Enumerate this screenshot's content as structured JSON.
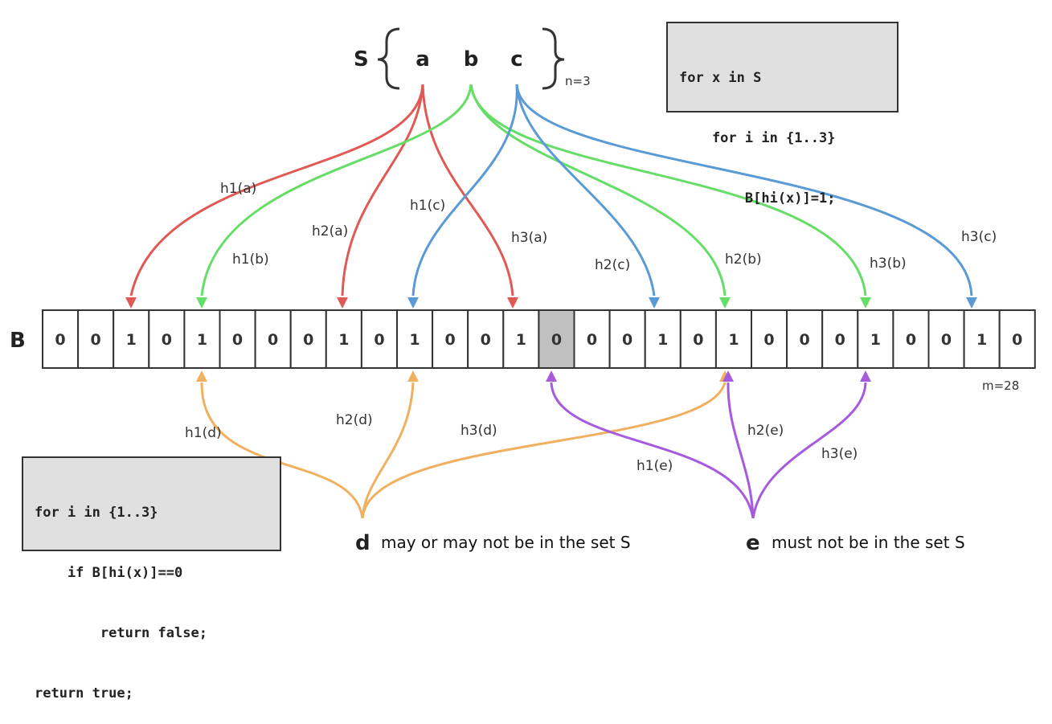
{
  "set": {
    "name": "S",
    "elements": [
      "a",
      "b",
      "c"
    ],
    "size_label": "n=3"
  },
  "array": {
    "name": "B",
    "bits": [
      "0",
      "0",
      "1",
      "0",
      "1",
      "0",
      "0",
      "0",
      "1",
      "0",
      "1",
      "0",
      "0",
      "1",
      "0",
      "0",
      "0",
      "1",
      "0",
      "1",
      "0",
      "0",
      "0",
      "1",
      "0",
      "0",
      "1",
      "0"
    ],
    "size_label": "m=28",
    "highlighted_index": 14
  },
  "insert_code": [
    "for x in S",
    "    for i in {1..3}",
    "        B[hi(x)]=1;"
  ],
  "query_code": [
    "for i in {1..3}",
    "    if B[hi(x)]==0",
    "        return false;",
    "return true;"
  ],
  "hash_labels": {
    "h1a": "h1(a)",
    "h2a": "h2(a)",
    "h3a": "h3(a)",
    "h1b": "h1(b)",
    "h2b": "h2(b)",
    "h3b": "h3(b)",
    "h1c": "h1(c)",
    "h2c": "h2(c)",
    "h3c": "h3(c)",
    "h1d": "h1(d)",
    "h2d": "h2(d)",
    "h3d": "h3(d)",
    "h1e": "h1(e)",
    "h2e": "h2(e)",
    "h3e": "h3(e)"
  },
  "queries": {
    "d": {
      "name": "d",
      "note": "may or may not be in the set S"
    },
    "e": {
      "name": "e",
      "note": "must not be in the set S"
    }
  },
  "colors": {
    "a": "#e05a55",
    "b": "#66dd66",
    "c": "#5b9bd5",
    "d": "#f0b060",
    "e": "#a65bdf",
    "highlight": "#c0c0c0"
  }
}
